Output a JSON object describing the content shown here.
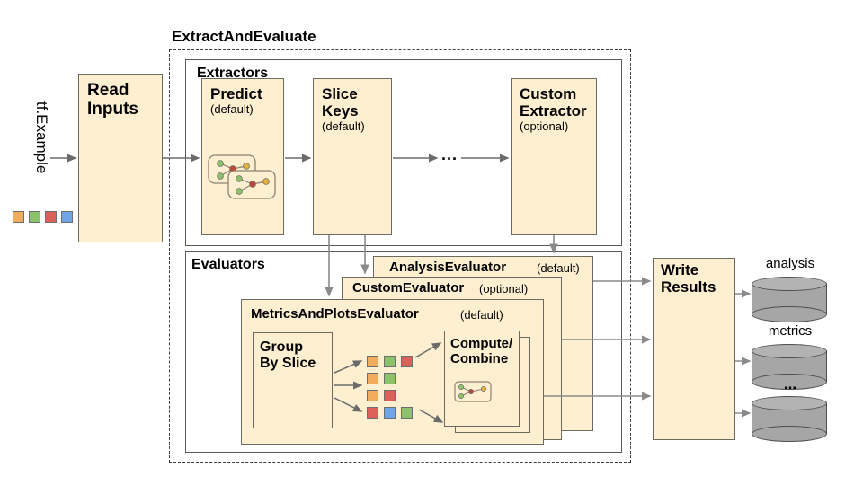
{
  "diagram": {
    "title": "ExtractAndEvaluate",
    "input_label": "tf.Example",
    "ellipsis": "...",
    "colors": {
      "box_fill": "#fdefd0",
      "box_stroke": "#6b6b63",
      "panel_stroke": "#5a5a52",
      "dashed_stroke": "#3d3d3d",
      "arrow": "#6b6b6b",
      "cylinder_fill": "#a6a6a6",
      "cylinder_cap": "#b3b3b3",
      "swatch_orange": "#f0ad5e",
      "swatch_green": "#8cc26a",
      "swatch_red": "#dc5f5a",
      "swatch_blue": "#6fa5e8"
    },
    "input_swatches": [
      "#f0ad5e",
      "#8cc26a",
      "#dc5f5a",
      "#6fa5e8"
    ],
    "read_inputs": {
      "title": "Read\nInputs"
    },
    "extractors": {
      "header": "Extractors",
      "items": [
        {
          "name": "Predict",
          "qualifier": "(default)"
        },
        {
          "name": "Slice\nKeys",
          "qualifier": "(default)"
        },
        {
          "name": "Custom\nExtractor",
          "qualifier": "(optional)"
        }
      ]
    },
    "evaluators": {
      "header": "Evaluators",
      "panels": [
        {
          "name": "AnalysisEvaluator",
          "qualifier": "(default)"
        },
        {
          "name": "CustomEvaluator",
          "qualifier": "(optional)"
        },
        {
          "name": "MetricsAndPlotsEvaluator",
          "qualifier": "(default)"
        }
      ],
      "group_by_slice": {
        "title": "Group\nBy Slice"
      },
      "compute_combine": {
        "title": "Compute/\nCombine"
      },
      "slice_rows": [
        [
          "#f0ad5e",
          "#8cc26a",
          "#dc5f5a"
        ],
        [
          "#f0ad5e",
          "#8cc26a"
        ],
        [
          "#f0ad5e",
          "#dc5f5a"
        ],
        [
          "#dc5f5a",
          "#6fa5e8",
          "#8cc26a"
        ]
      ]
    },
    "write_results": {
      "title": "Write\nResults"
    },
    "outputs": [
      {
        "label": "analysis"
      },
      {
        "label": "metrics"
      },
      {
        "label": "..."
      }
    ]
  }
}
